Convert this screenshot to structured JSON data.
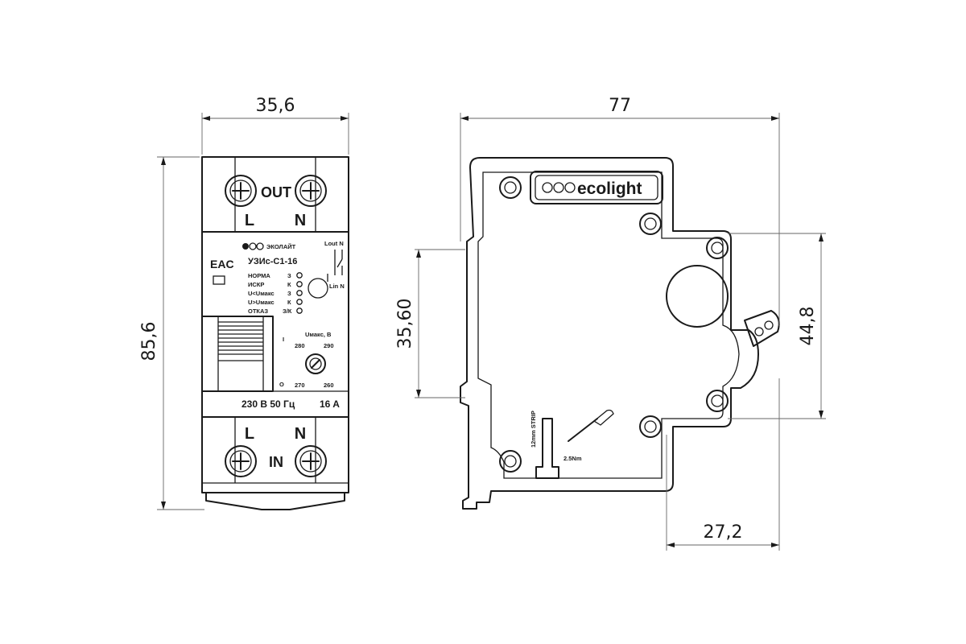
{
  "dimensions": {
    "front_width": "35,6",
    "front_height": "85,6",
    "side_width": "77",
    "rail_height": "35,60",
    "body_height": "44,8",
    "depth_lower": "27,2"
  },
  "front": {
    "out_label": "OUT",
    "in_label": "IN",
    "top_l": "L",
    "top_n": "N",
    "bottom_l": "L",
    "bottom_n": "N",
    "brand": "ЭКОЛАЙТ",
    "eac": "EAC",
    "model": "УЗИс-С1-16",
    "indicators": [
      {
        "name": "НОРМА",
        "code": "З"
      },
      {
        "name": "ИСКР",
        "code": "К"
      },
      {
        "name": "U<Uмакс",
        "code": "З"
      },
      {
        "name": "U>Uмакс",
        "code": "К"
      },
      {
        "name": "ОТКАЗ",
        "code": "З/К"
      }
    ],
    "lout": "Lout N",
    "lin": "Lin N",
    "umax_label": "Uмакс, В",
    "umax_values": [
      "280",
      "290",
      "270",
      "260"
    ],
    "on_mark": "I",
    "off_mark": "O",
    "rating": "230 В 50 Гц",
    "current": "16 A"
  },
  "side": {
    "brand": "ecolight",
    "strip": "12mm STRIP",
    "torque": "2.5Nm"
  }
}
